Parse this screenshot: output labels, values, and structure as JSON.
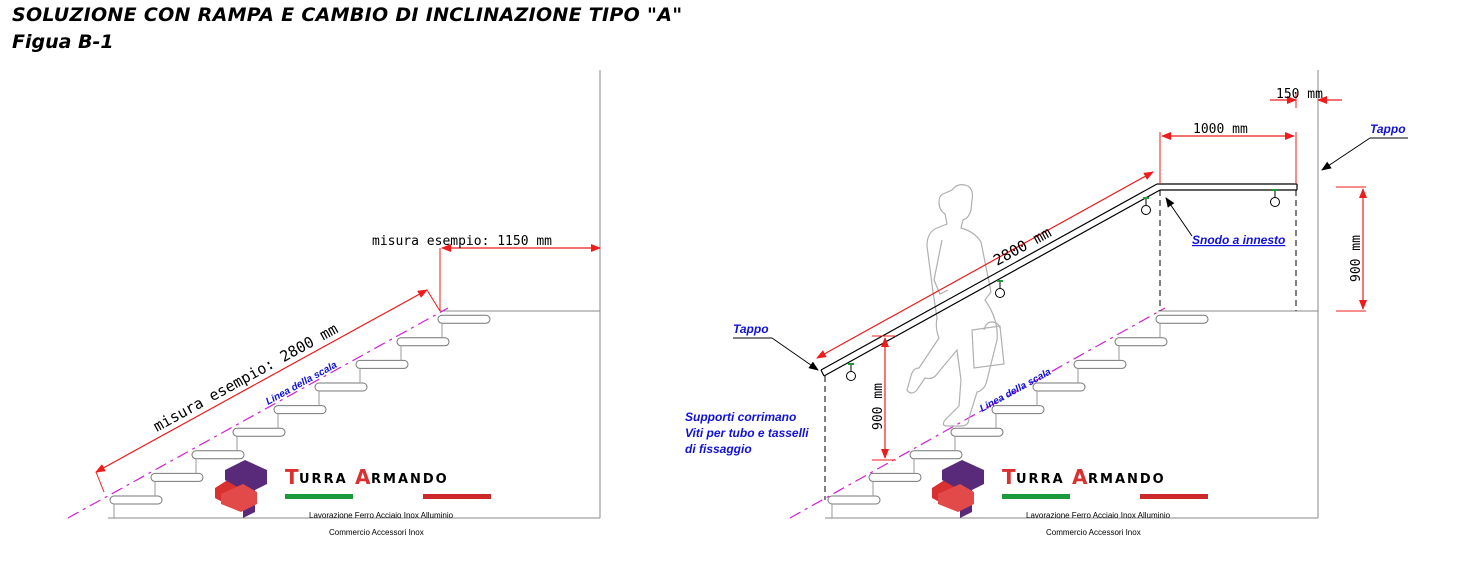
{
  "header": {
    "title": "SOLUZIONE CON RAMPA E  CAMBIO DI INCLINAZIONE TIPO \"A\"",
    "subtitle": "Figua B-1"
  },
  "left_view": {
    "landing_label": "misura esempio: 1150 mm",
    "ramp_label": "misura esempio: 2800 mm",
    "stair_line_label": "Linea della scala"
  },
  "right_view": {
    "dim_150": "150 mm",
    "dim_1000": "1000 mm",
    "dim_2800": "2800 mm",
    "dim_900_right": "900 mm",
    "dim_900_left": "900 mm",
    "tappo_top": "Tappo",
    "tappo_left": "Tappo",
    "snodo": "Snodo a innesto",
    "supports": [
      "Supporti corrimano",
      "Viti per tubo e tasselli",
      "di fissaggio"
    ],
    "stair_line_label": "Linea della scala"
  },
  "logo": {
    "name_t": "T",
    "name_urra": "URRA",
    "name_a": "A",
    "name_rmando": "RMANDO",
    "line1": "Lavorazione Ferro Acciaio Inox Alluminio",
    "line2": "Commercio Accessori Inox"
  },
  "colors": {
    "dimension": "#ee1c1c",
    "stair_line": "#d020d0",
    "note": "#1010d8",
    "logo_red": "#d93030",
    "logo_purple": "#5a2a7a",
    "flag_green": "#1a9a3a",
    "flag_red": "#cc2a2a"
  }
}
